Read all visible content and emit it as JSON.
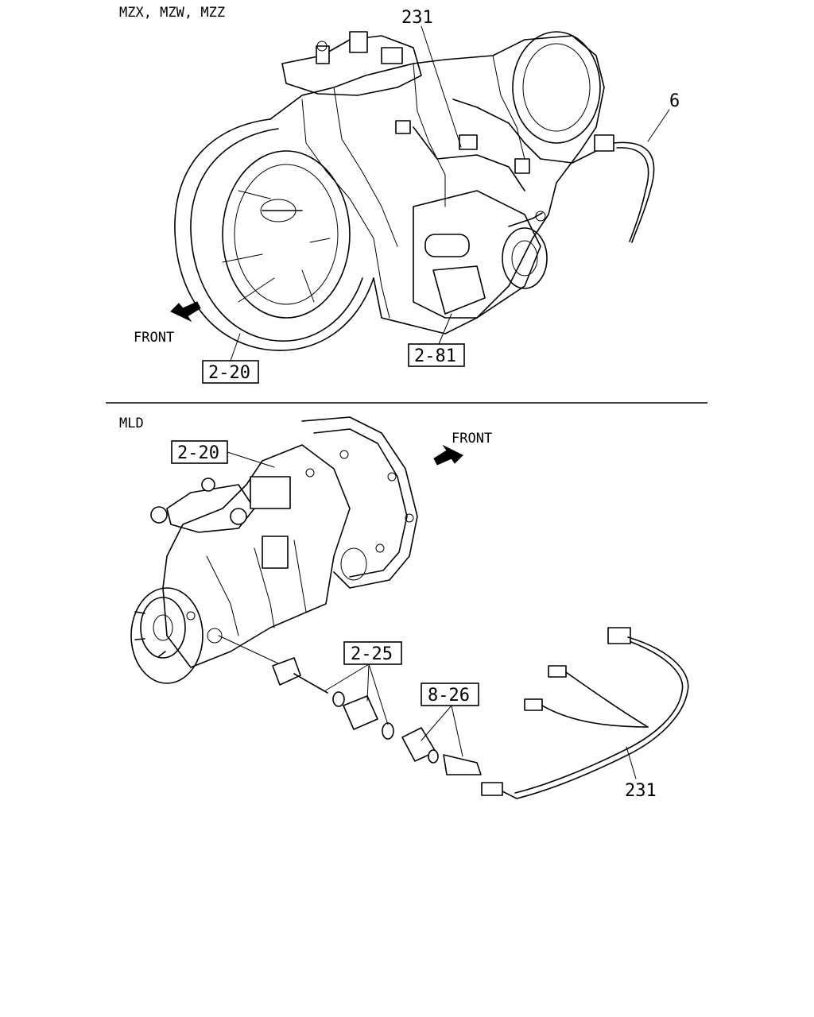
{
  "top_section": {
    "model_label": "MZX, MZW, MZZ",
    "front_label": "FRONT",
    "callouts": [
      {
        "id": "231",
        "boxed": false
      },
      {
        "id": "6",
        "boxed": false
      },
      {
        "id": "2-20",
        "boxed": true
      },
      {
        "id": "2-81",
        "boxed": true
      }
    ]
  },
  "bottom_section": {
    "model_label": "MLD",
    "front_label": "FRONT",
    "callouts": [
      {
        "id": "2-20",
        "boxed": true
      },
      {
        "id": "2-25",
        "boxed": true
      },
      {
        "id": "8-26",
        "boxed": true
      },
      {
        "id": "231",
        "boxed": false
      }
    ]
  }
}
